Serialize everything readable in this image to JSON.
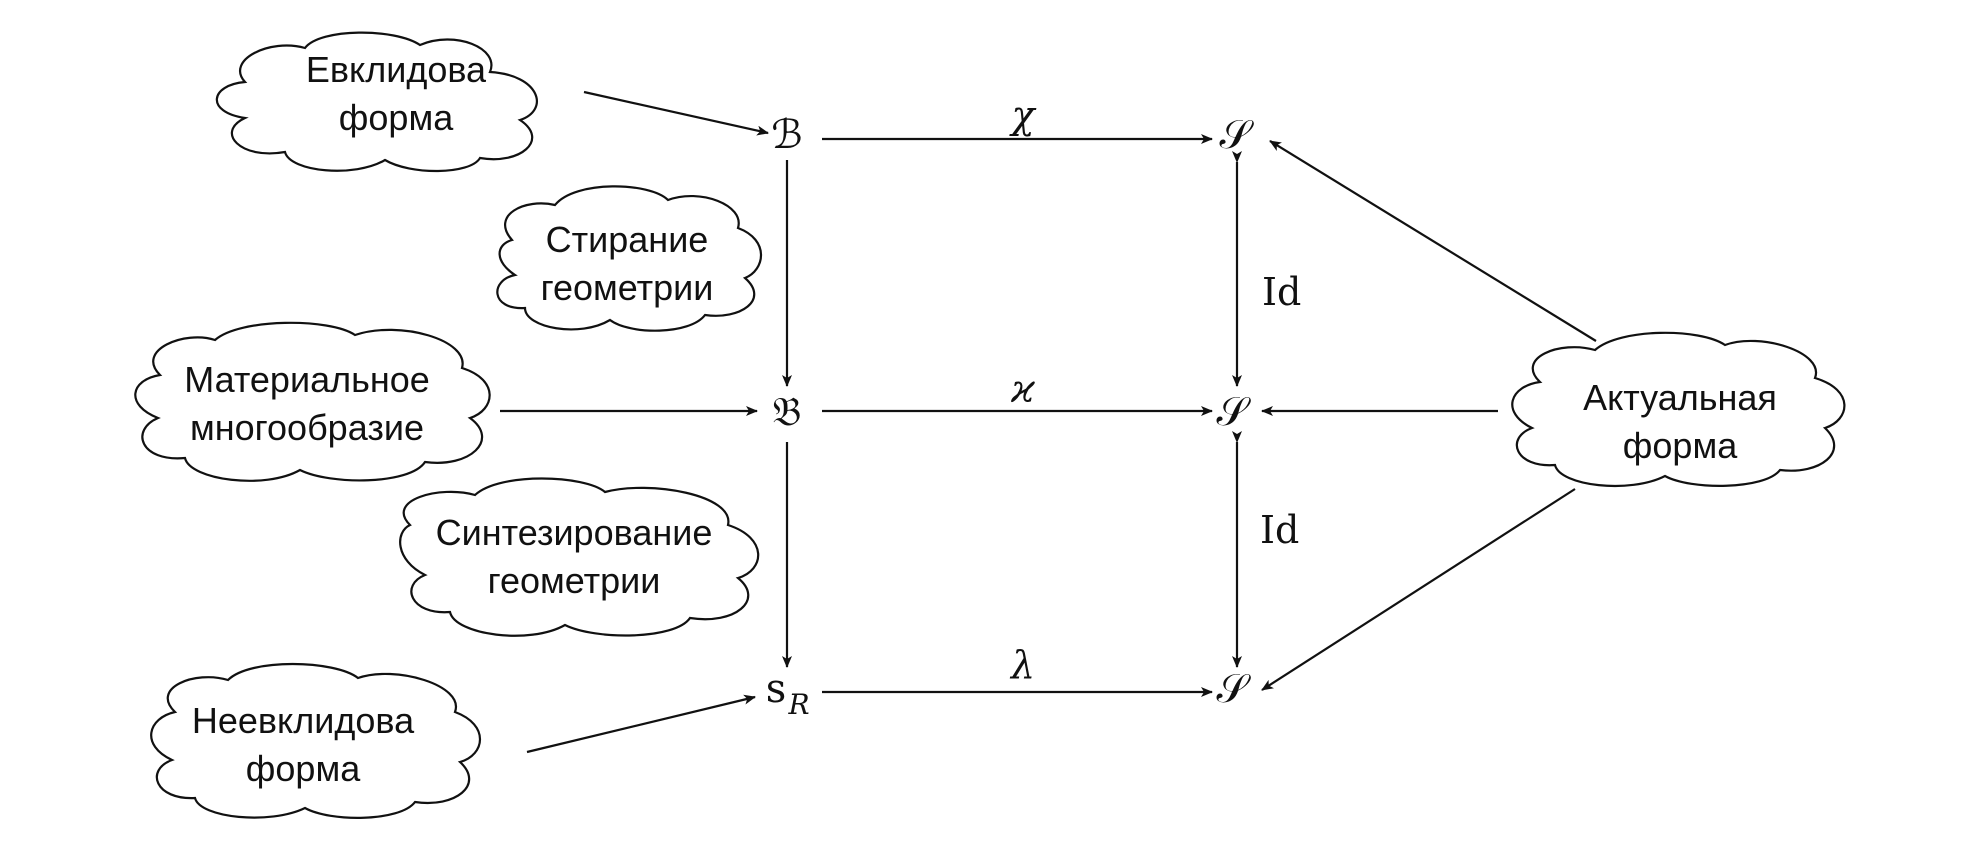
{
  "clouds": {
    "euclid": {
      "line1": "Евклидова",
      "line2": "форма"
    },
    "erase": {
      "line1": "Стирание",
      "line2": "геометрии"
    },
    "material": {
      "line1": "Материальное",
      "line2": "многообразие"
    },
    "synth": {
      "line1": "Синтезирование",
      "line2": "геометрии"
    },
    "noneuclid": {
      "line1": "Неевклидова",
      "line2": "форма"
    },
    "actual": {
      "line1": "Актуальная",
      "line2": "форма"
    }
  },
  "nodes": {
    "b_top": "ℬ",
    "b_mid": "𝔅",
    "s_r": "s",
    "s_r_sub": "R",
    "s_top": "𝒮",
    "s_mid": "𝒮",
    "s_bot": "𝒮"
  },
  "edges": {
    "chi": "χ",
    "kappa": "ϰ",
    "lambda": "λ",
    "id_upper": "Id",
    "id_lower": "Id"
  },
  "colors": {
    "ink": "#111111",
    "background": "#ffffff"
  }
}
